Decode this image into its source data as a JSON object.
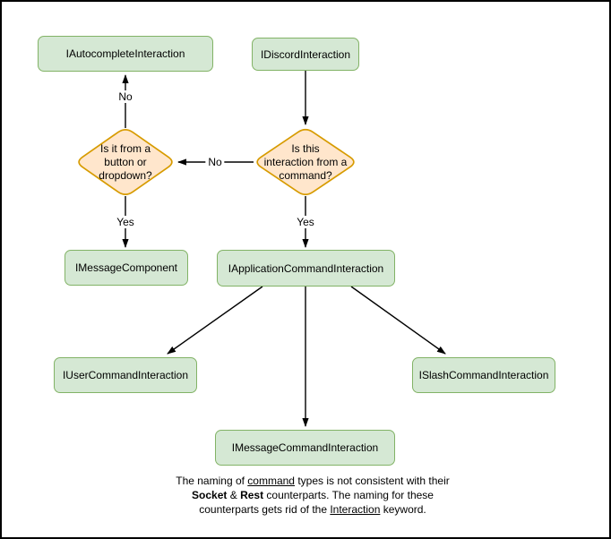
{
  "diagram": {
    "nodes": {
      "autocomplete_interaction": {
        "label": "IAutocompleteInteraction"
      },
      "discord_interaction": {
        "label": "IDiscordInteraction"
      },
      "message_component": {
        "label": "IMessageComponent"
      },
      "application_command_interaction": {
        "label": "IApplicationCommandInteraction"
      },
      "user_command_interaction": {
        "label": "IUserCommandInteraction"
      },
      "slash_command_interaction": {
        "label": "ISlashCommandInteraction"
      },
      "message_command_interaction": {
        "label": "IMessageCommandInteraction"
      }
    },
    "decisions": {
      "command_question": {
        "lines": [
          "Is this",
          "interaction from a",
          "command?"
        ]
      },
      "component_question": {
        "lines": [
          "Is it from a",
          "button or",
          "dropdown?"
        ]
      }
    },
    "edge_labels": {
      "no_to_autocomplete": "No",
      "no_to_component_question": "No",
      "yes_to_message_component": "Yes",
      "yes_to_application_command": "Yes"
    },
    "note": {
      "segments": [
        {
          "text": "The naming of "
        },
        {
          "text": "command",
          "style": "underline"
        },
        {
          "text": " types is not consistent with their"
        },
        {
          "br": true
        },
        {
          "text": "Socket",
          "style": "bold"
        },
        {
          "text": " & "
        },
        {
          "text": "Rest",
          "style": "bold"
        },
        {
          "text": " counterparts. The naming for these"
        },
        {
          "br": true
        },
        {
          "text": "counterparts gets rid of the "
        },
        {
          "text": "Interaction",
          "style": "underline"
        },
        {
          "text": " keyword."
        }
      ]
    },
    "colors": {
      "node_fill": "#d5e8d4",
      "node_border": "#82b366",
      "decision_fill": "#ffe6cc",
      "decision_border": "#d79b00",
      "connector": "#000000",
      "frame_border": "#000000"
    }
  }
}
